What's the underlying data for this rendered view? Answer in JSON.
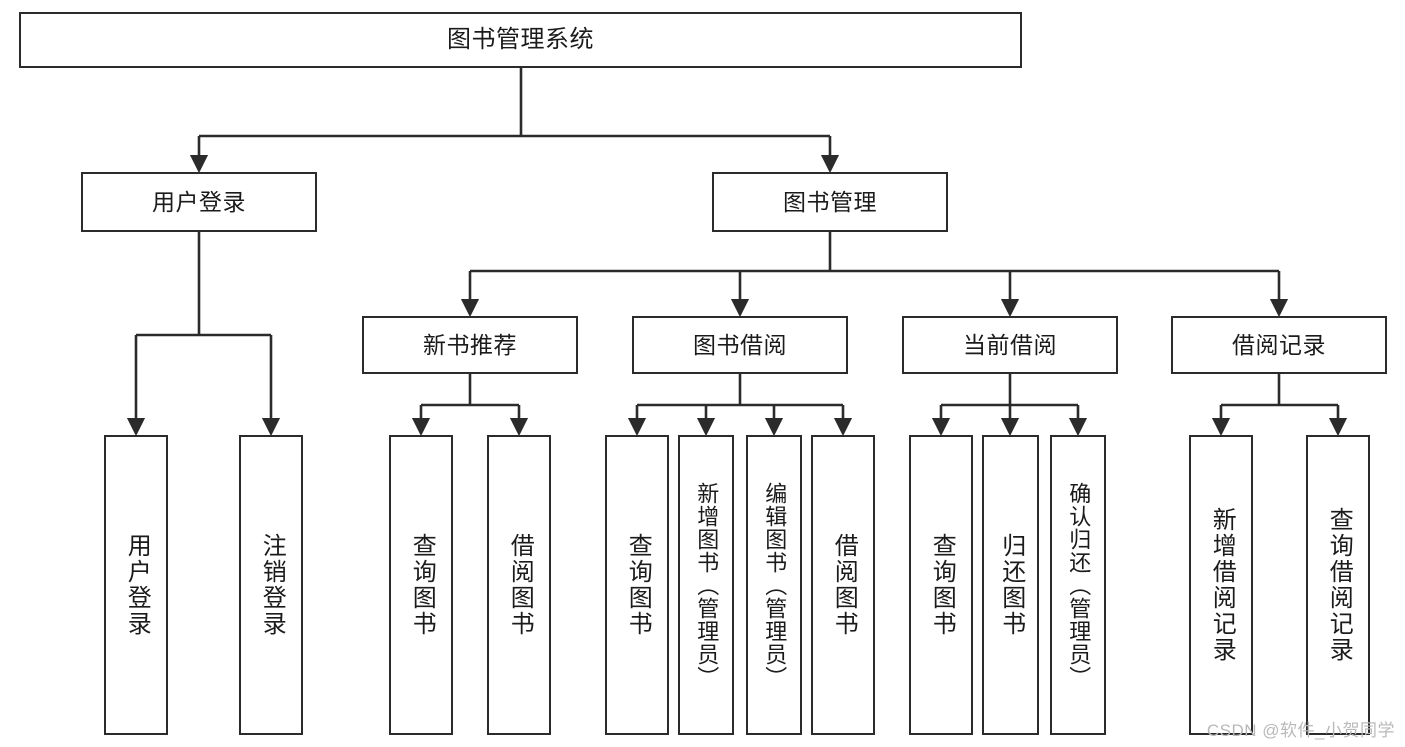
{
  "diagram": {
    "title": "图书管理系统",
    "type": "tree-hierarchy-chart",
    "colors": {
      "node_border": "#2b2b2b",
      "node_fill": "#ffffff",
      "edge": "#2b2b2b",
      "text": "#1b1b1b",
      "watermark": "#b9b9b9",
      "background": "#ffffff"
    },
    "root": {
      "label": "图书管理系统"
    },
    "level2": [
      {
        "label": "用户登录"
      },
      {
        "label": "图书管理"
      }
    ],
    "level3": [
      {
        "label": "新书推荐"
      },
      {
        "label": "图书借阅"
      },
      {
        "label": "当前借阅"
      },
      {
        "label": "借阅记录"
      }
    ],
    "leaves": {
      "user_login": [
        {
          "label": "用户登录"
        },
        {
          "label": "注销登录"
        }
      ],
      "new_book_recommend": [
        {
          "label": "查询图书"
        },
        {
          "label": "借阅图书"
        }
      ],
      "book_borrow": [
        {
          "label": "查询图书"
        },
        {
          "label": "新增图书（管理员）"
        },
        {
          "label": "编辑图书（管理员）"
        },
        {
          "label": "借阅图书"
        }
      ],
      "current_borrow": [
        {
          "label": "查询图书"
        },
        {
          "label": "归还图书"
        },
        {
          "label": "确认归还（管理员）"
        }
      ],
      "borrow_record": [
        {
          "label": "新增借阅记录"
        },
        {
          "label": "查询借阅记录"
        }
      ]
    },
    "watermark": "CSDN @软件_小贺同学"
  }
}
